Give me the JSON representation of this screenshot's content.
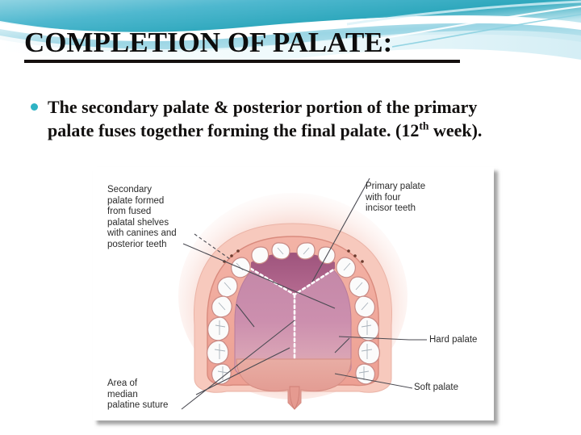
{
  "slide": {
    "title": "COMPLETION OF PALATE:",
    "bullet": {
      "icon": "bullet-dot-icon",
      "text_before_sup": "The secondary palate & posterior portion of the primary palate fuses together forming the final palate. (12",
      "superscript": "th",
      "text_after_sup": " week)."
    }
  },
  "figure": {
    "caption_labels": {
      "secondary_palate": "Secondary\npalate formed\nfrom fused\npalatal shelves\nwith canines and\nposterior teeth",
      "primary_palate": "Primary palate\nwith four\nincisor teeth",
      "hard_palate": "Hard palate",
      "soft_palate": "Soft palate",
      "median_suture": "Area of\nmedian\npalatine suture"
    },
    "anatomy": {
      "teeth_count_per_side": 8,
      "incisor_teeth": 4,
      "median_suture_style": "white-dotted-line",
      "primary_palate_boundary_style": "white-dotted-v"
    }
  },
  "colors": {
    "header_swoosh_teal": "#2fa8bd",
    "header_swoosh_light": "#b9e4ee",
    "bullet_accent": "#2eb3c4",
    "title_black": "#0d0d0d",
    "gingiva_pink": "#f0a79c",
    "gingiva_outer": "#f6c4b8",
    "hard_palate_mauve": "#c98aa8",
    "primary_palate_dark": "#a85c82",
    "soft_palate_salmon": "#eda397",
    "tooth_white": "#fbfbfb",
    "tooth_outline": "#c98b86",
    "panel_background": "#ffffff",
    "leader_line": "#4a4a52"
  }
}
